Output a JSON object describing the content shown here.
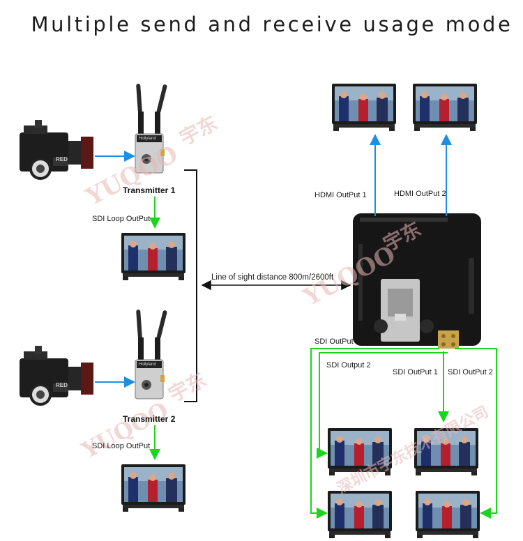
{
  "title": "Multiple send and receive usage mode",
  "transmitters": [
    {
      "label": "Transmitter 1",
      "loop_label": "SDI Loop OutPut"
    },
    {
      "label": "Transmitter 2",
      "loop_label": "SDI Loop OutPut"
    }
  ],
  "link_label": "Line of sight distance 800m/2600ft",
  "receiver_outputs": {
    "hdmi1": "HDMI OutPut 1",
    "hdmi2": "HDMI OutPut 2",
    "sdi1_left": "SDI  OutPut 1",
    "sdi2_left": "SDI  Output 2",
    "sdi1_right": "SDI  OutPut 1",
    "sdi2_right": "SDI  OutPut 2"
  },
  "device_text": {
    "transmitter_badge": "Hollyland",
    "camera_brand": "RED"
  },
  "watermark": {
    "latin": "YUQOO",
    "cjk": "宇东",
    "company": "深圳市宇东技术有限公司"
  },
  "colors": {
    "blue_arrow": "#1e8fe0",
    "green_arrow": "#19d61c",
    "black_line": "#111111"
  }
}
